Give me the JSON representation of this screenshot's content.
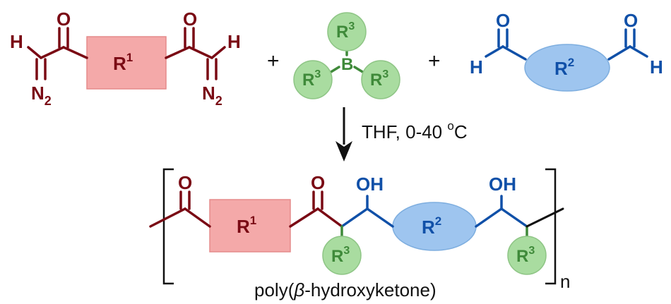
{
  "colors": {
    "bis_diazo": "#7a0a14",
    "borane": "#3f8a3a",
    "dialdehyde": "#1050a8",
    "black": "#111111",
    "r1_fill": "#f4a9a9",
    "r2_fill": "#9ec5ef",
    "r3_fill": "#a9dca0"
  },
  "reactants": {
    "bis_diazo": {
      "left_h": "H",
      "left_o": "O",
      "left_n2_main": "N",
      "left_n2_sub": "2",
      "core_main": "R",
      "core_sup": "1",
      "right_o": "O",
      "right_h": "H",
      "right_n2_main": "N",
      "right_n2_sub": "2"
    },
    "plus_1": "+",
    "borane": {
      "boron": "B",
      "r3_main": "R",
      "r3_sup": "3"
    },
    "plus_2": "+",
    "dialdehyde": {
      "left_h": "H",
      "left_o": "O",
      "core_main": "R",
      "core_sup": "2",
      "right_o": "O",
      "right_h": "H"
    }
  },
  "conditions": {
    "text_prefix": "THF, 0-40 ",
    "degree": "o",
    "unit": "C"
  },
  "product": {
    "o_1": "O",
    "r1_main": "R",
    "r1_sup": "1",
    "o_2": "O",
    "oh_1": "OH",
    "r3_main": "R",
    "r3_sup": "3",
    "r2_main": "R",
    "r2_sup": "2",
    "oh_2": "OH",
    "repeat_n": "n",
    "name_prefix": "poly(",
    "name_beta": "β",
    "name_suffix": "-hydroxyketone)"
  }
}
